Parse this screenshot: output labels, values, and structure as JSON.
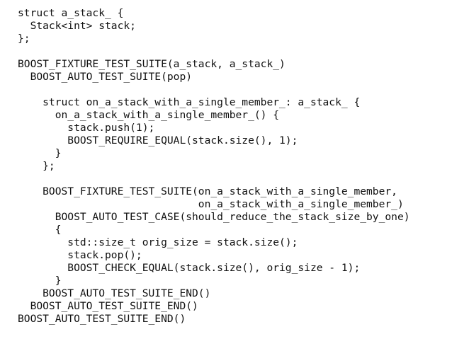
{
  "code": {
    "lines": [
      "struct a_stack_ {",
      "  Stack<int> stack;",
      "};",
      "",
      "BOOST_FIXTURE_TEST_SUITE(a_stack, a_stack_)",
      "  BOOST_AUTO_TEST_SUITE(pop)",
      "",
      "    struct on_a_stack_with_a_single_member_: a_stack_ {",
      "      on_a_stack_with_a_single_member_() {",
      "        stack.push(1);",
      "        BOOST_REQUIRE_EQUAL(stack.size(), 1);",
      "      }",
      "    };",
      "",
      "    BOOST_FIXTURE_TEST_SUITE(on_a_stack_with_a_single_member,",
      "                             on_a_stack_with_a_single_member_)",
      "      BOOST_AUTO_TEST_CASE(should_reduce_the_stack_size_by_one)",
      "      {",
      "        std::size_t orig_size = stack.size();",
      "        stack.pop();",
      "        BOOST_CHECK_EQUAL(stack.size(), orig_size - 1);",
      "      }",
      "    BOOST_AUTO_TEST_SUITE_END()",
      "  BOOST_AUTO_TEST_SUITE_END()",
      "BOOST_AUTO_TEST_SUITE_END()"
    ]
  }
}
